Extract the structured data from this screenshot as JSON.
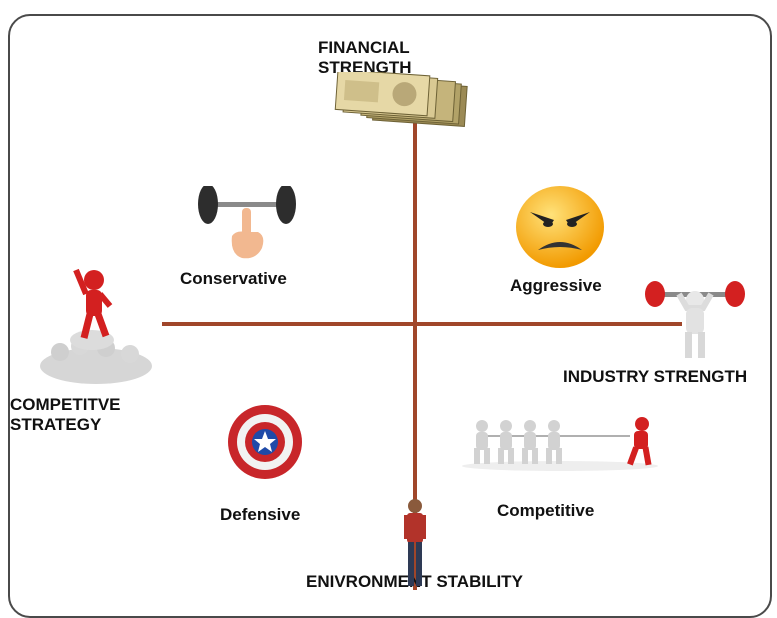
{
  "axes": {
    "top": "FINANCIAL\nSTRENGTH",
    "right": "INDUSTRY STRENGTH",
    "left": "COMPETITVE\nSTRATEGY",
    "bottom": "ENIVRONMENT STABILITY"
  },
  "quadrants": {
    "top_left": "Conservative",
    "top_right": "Aggressive",
    "bottom_left": "Defensive",
    "bottom_right": "Competitive"
  },
  "colors": {
    "axis": "#a0462a",
    "accent_red": "#d32020",
    "emoji_yellow": "#f7b500"
  },
  "icons": [
    "money-icon",
    "barbell-finger-icon",
    "angry-face-icon",
    "weightlifter-icon",
    "leader-on-crowd-icon",
    "shield-icon",
    "tug-of-war-icon",
    "standing-man-icon"
  ]
}
